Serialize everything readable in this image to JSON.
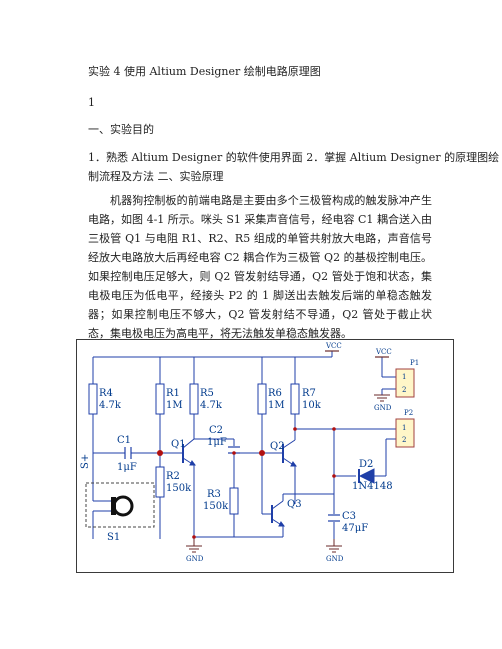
{
  "doc": {
    "title": "实验 4 使用 Altium Designer 绘制电路原理图",
    "page_number": "1",
    "section1": "一、实验目的",
    "objectives_line1": "1．熟悉 Altium Designer 的软件使用界面 2．掌握 Altium Designer 的原理图绘",
    "objectives_line2": "制流程及方法 二、实验原理",
    "principle_paragraph": "机器狗控制板的前端电路是主要由多个三极管构成的触发脉冲产生电路，如图 4-1 所示。咪头 S1 采集声音信号，经电容 C1 耦合送入由三极管 Q1 与电阻 R1、R2、R5 组成的单管共射放大电路，声音信号经放大电路放大后再经电容 C2 耦合作为三极管 Q2 的基极控制电压。如果控制电压足够大，则 Q2 管发射结导通，Q2 管处于饱和状态，集电极电压为低电平，经接头 P2 的 1 脚送出去触发后端的单稳态触发器；如果控制电压不够大，Q2 管发射结不导通，Q2 管处于截止状态，集电极电压为高电平，将无法触发单稳态触发器。"
  },
  "schematic": {
    "colors": {
      "wire": "#1f3fa8",
      "label": "#003a8c",
      "node": "#b01010",
      "frame": "#3a3a3a",
      "ground": "#6a2a2a"
    },
    "components": {
      "r4": {
        "name": "R4",
        "value": "4.7k"
      },
      "r1": {
        "name": "R1",
        "value": "1M"
      },
      "r5": {
        "name": "R5",
        "value": "4.7k"
      },
      "r6": {
        "name": "R6",
        "value": "1M"
      },
      "r7": {
        "name": "R7",
        "value": "10k"
      },
      "r2": {
        "name": "R2",
        "value": "150k"
      },
      "r3": {
        "name": "R3",
        "value": "150k"
      },
      "c1": {
        "name": "C1",
        "value": "1μF"
      },
      "c2": {
        "name": "C2",
        "value": "1μF"
      },
      "c3": {
        "name": "C3",
        "value": "47μF"
      },
      "q1": {
        "name": "Q1"
      },
      "q2": {
        "name": "Q2"
      },
      "q3": {
        "name": "Q3"
      },
      "d2": {
        "name": "D2",
        "value": "1N4148"
      },
      "s1": {
        "name": "S1",
        "pin_label": "S+"
      },
      "p1": {
        "name": "P1",
        "pins": [
          "1",
          "2"
        ]
      },
      "p2": {
        "name": "P2",
        "pins": [
          "1",
          "2"
        ]
      }
    },
    "nets": {
      "vcc1": "VCC",
      "vcc2": "VCC",
      "gnd1": "GND",
      "gnd2": "GND",
      "gnd3": "GND"
    }
  }
}
